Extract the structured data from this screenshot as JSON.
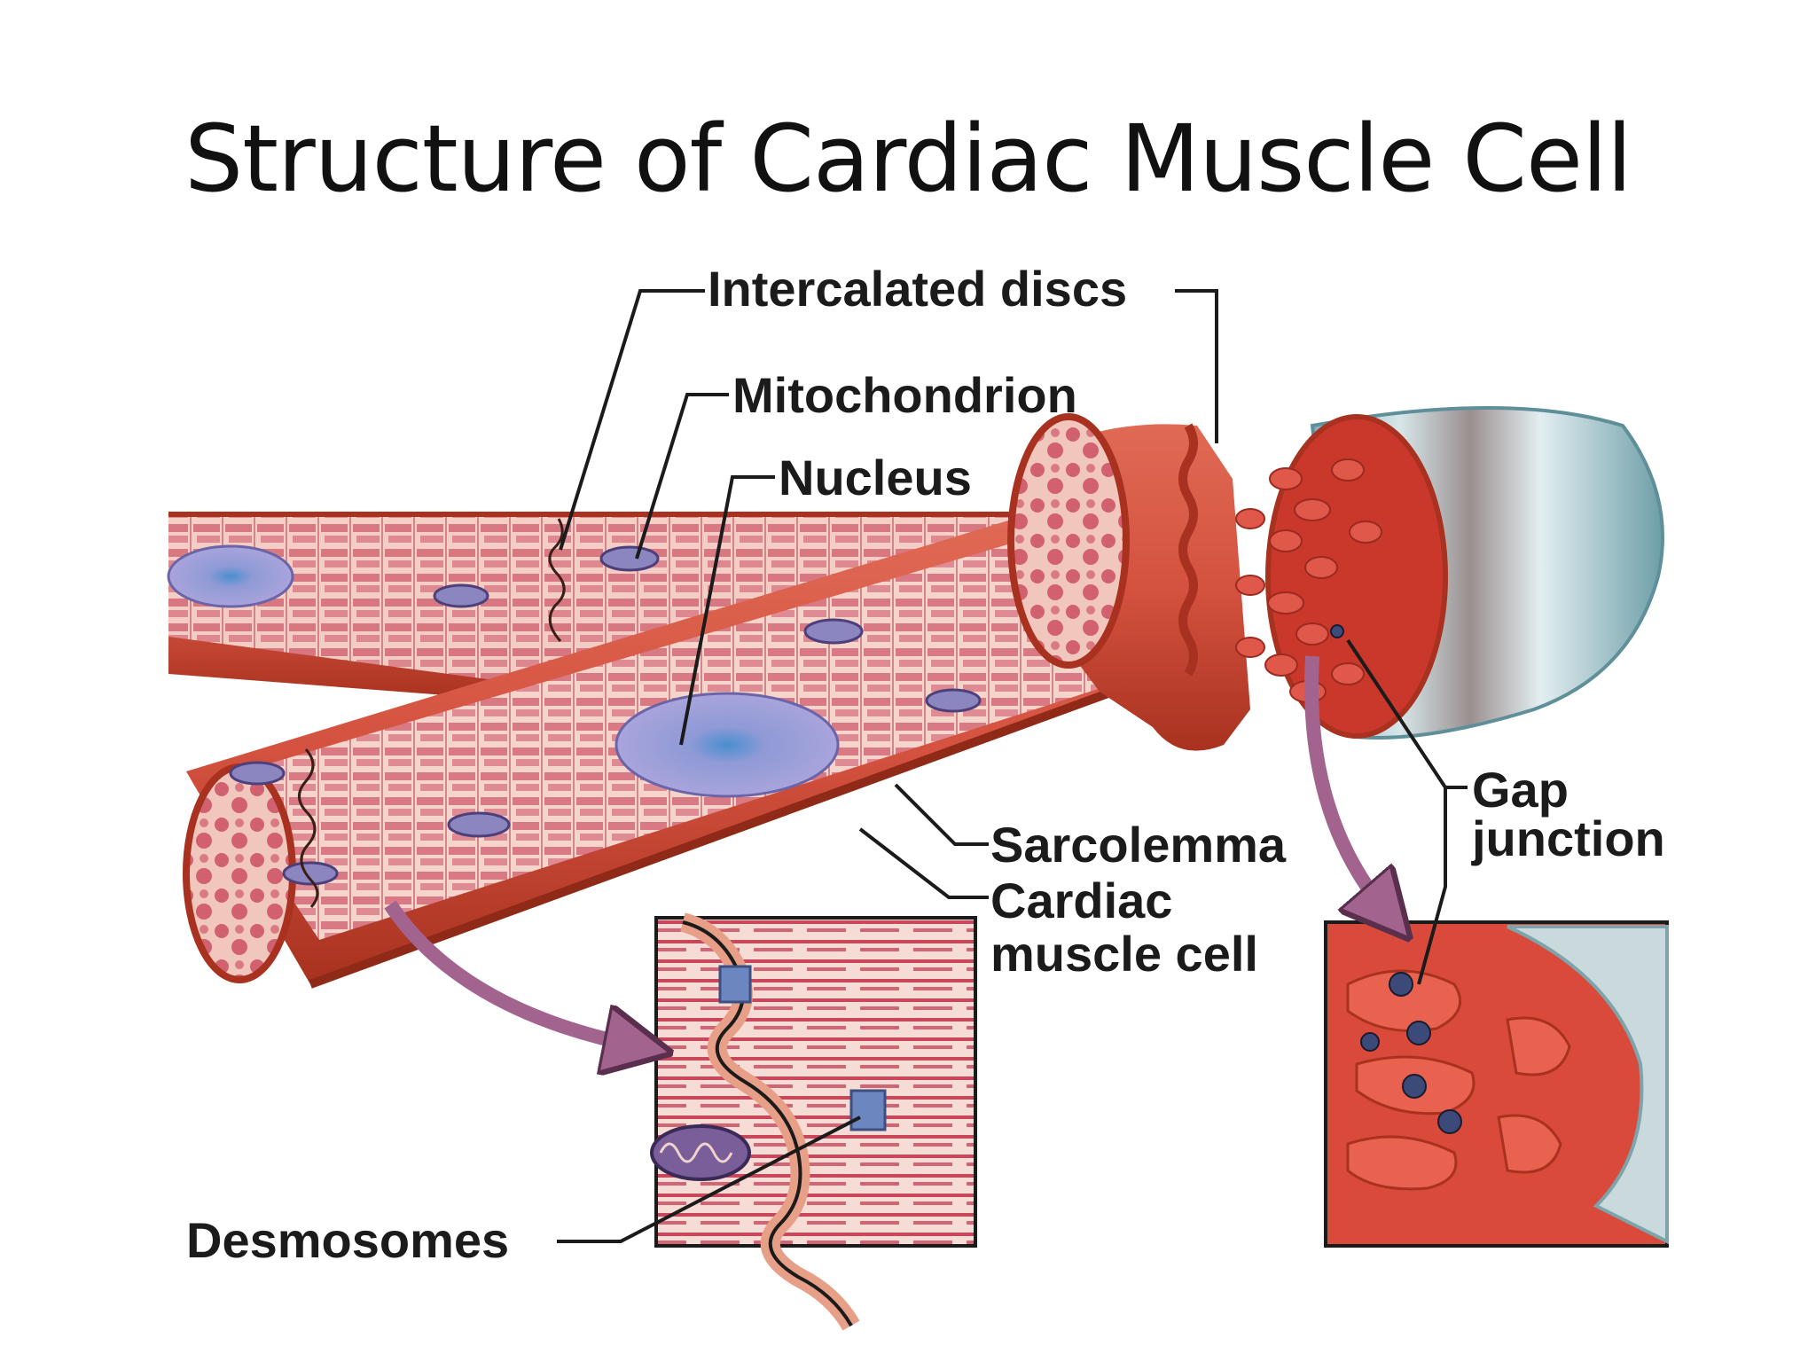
{
  "title": "Structure of Cardiac Muscle Cell",
  "labels": {
    "intercalated_discs": "Intercalated discs",
    "mitochondrion": "Mitochondrion",
    "nucleus": "Nucleus",
    "sarcolemma": "Sarcolemma",
    "cardiac_line1": "Cardiac",
    "cardiac_line2": "muscle cell",
    "gap_line1": "Gap",
    "gap_line2": "junction",
    "desmosomes": "Desmosomes"
  },
  "colors": {
    "muscle": "#d4523f",
    "muscle_dark": "#a8321f",
    "cytoplasm": "#f3c9c0",
    "myofibril": "#c9475a",
    "nucleus": "#9a96d6",
    "inset_arrow": "#a3638f",
    "sheath": "#8fb9c2"
  }
}
